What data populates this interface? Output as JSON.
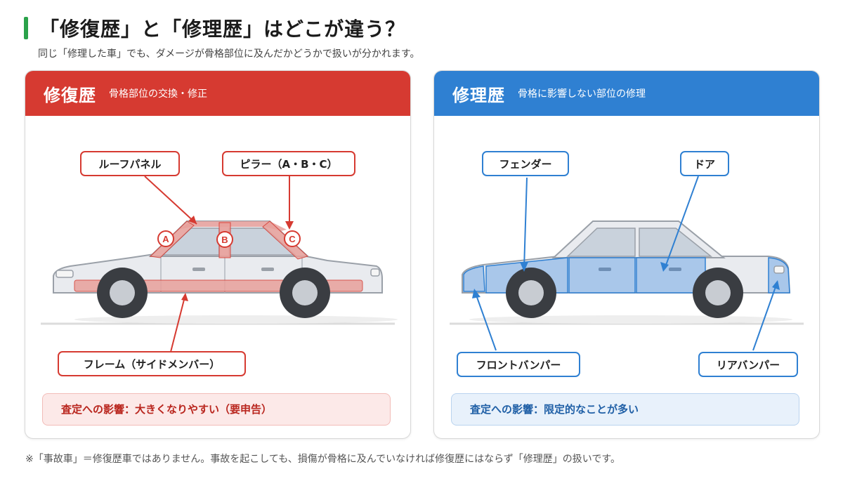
{
  "header": {
    "title": "「修復歴」と「修理歴」はどこが違う？",
    "subtitle": "同じ「修理した車」でも、ダメージが骨格部位に及んだかどうかで扱いが分かれます。"
  },
  "repair_history": {
    "title": "修復歴",
    "subtitle": "骨格部位の交換・修正",
    "accent_color": "#d63a31",
    "callouts": {
      "roof_panel": "ルーフパネル",
      "pillar": "ピラー（A・B・C）",
      "frame": "フレーム（サイドメンバー）"
    },
    "pillar_markers": [
      "A",
      "B",
      "C"
    ],
    "impact": "査定への影響：大きくなりやすい（要申告）"
  },
  "fix_history": {
    "title": "修理歴",
    "subtitle": "骨格に影響しない部位の修理",
    "accent_color": "#2f80d2",
    "callouts": {
      "fender": "フェンダー",
      "door": "ドア",
      "front_bumper": "フロントバンパー",
      "rear_bumper": "リアバンパー"
    },
    "impact": "査定への影響：限定的なことが多い"
  },
  "footnote": "※「事故車」＝修復歴車ではありません。事故を起こしても、損傷が骨格に及んでいなければ修復歴にはならず「修理歴」の扱いです。"
}
